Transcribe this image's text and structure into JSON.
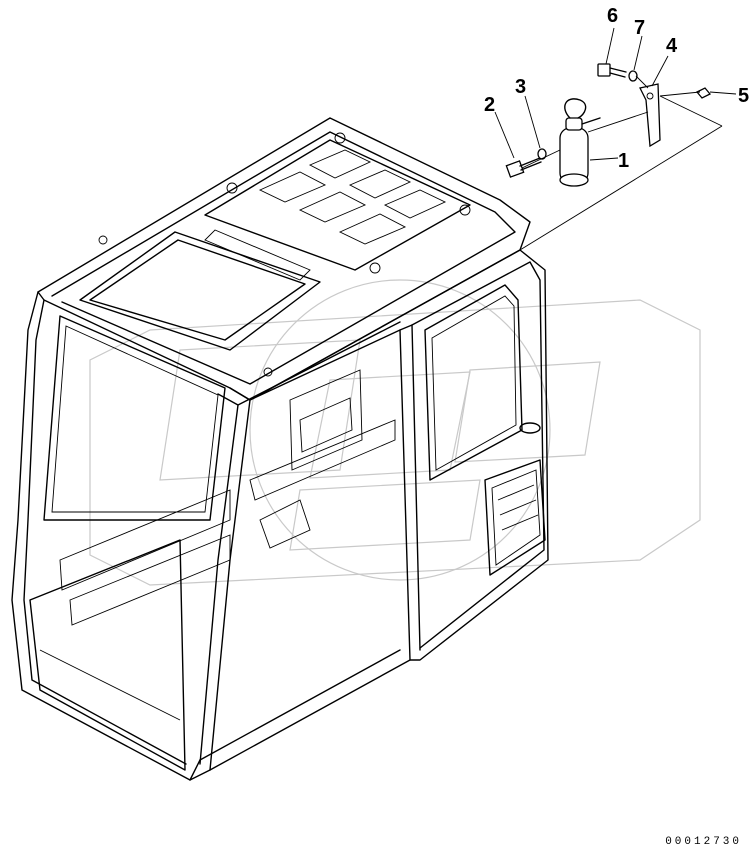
{
  "diagram": {
    "callouts": [
      {
        "id": "1",
        "label": "1"
      },
      {
        "id": "2",
        "label": "2"
      },
      {
        "id": "3",
        "label": "3"
      },
      {
        "id": "4",
        "label": "4"
      },
      {
        "id": "5",
        "label": "5"
      },
      {
        "id": "6",
        "label": "6"
      },
      {
        "id": "7",
        "label": "7"
      }
    ],
    "drawing_number": "00012730",
    "watermark_text": "OPEX"
  }
}
